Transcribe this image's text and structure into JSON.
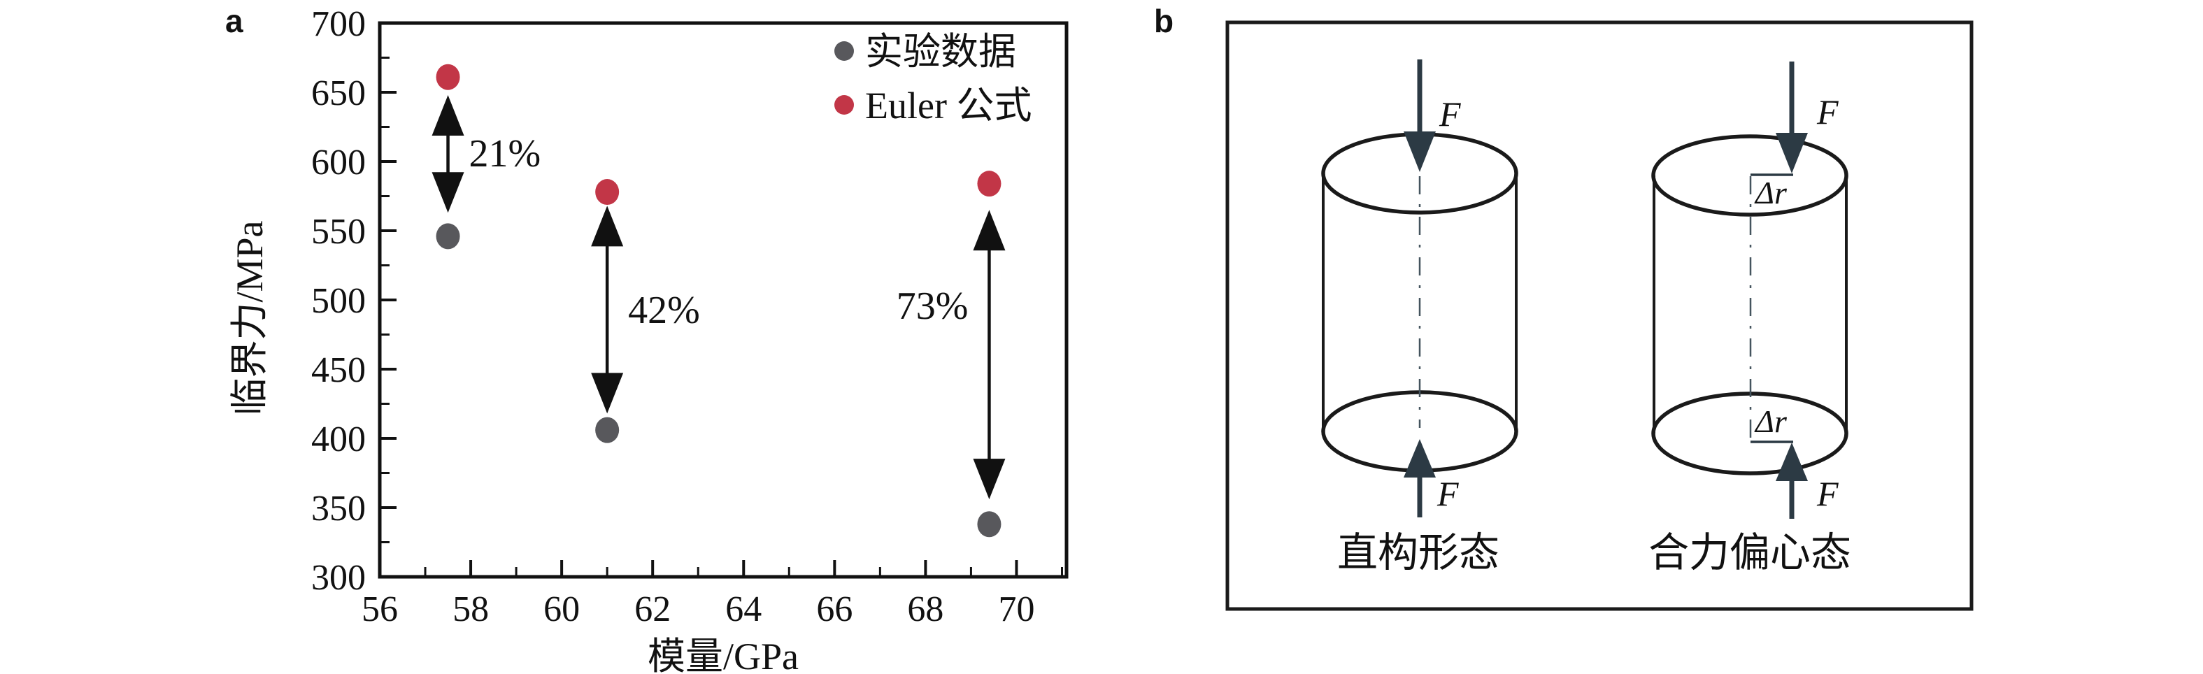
{
  "figure": {
    "panel_a_label": "a",
    "panel_b_label": "b"
  },
  "chart_data": {
    "type": "scatter",
    "title": "",
    "xlabel": "模量/GPa",
    "ylabel": "临界力/MPa",
    "xlim": [
      56,
      71.1
    ],
    "ylim": [
      300,
      700
    ],
    "x_major_ticks": [
      56,
      58,
      60,
      62,
      64,
      66,
      68,
      70
    ],
    "x_minor_ticks": [
      57,
      59,
      61,
      63,
      65,
      67,
      69,
      71
    ],
    "y_major_ticks": [
      300,
      350,
      400,
      450,
      500,
      550,
      600,
      650,
      700
    ],
    "y_minor_ticks": [
      325,
      375,
      425,
      475,
      525,
      575,
      625,
      675
    ],
    "grid": false,
    "legend_position": "top-right-inside",
    "series": [
      {
        "name": "实验数据",
        "color": "#58585C",
        "marker": "circle",
        "points": [
          [
            57.5,
            546
          ],
          [
            61,
            406
          ],
          [
            69.4,
            338
          ]
        ]
      },
      {
        "name": "Euler 公式",
        "color": "#C23647",
        "marker": "circle",
        "points": [
          [
            57.5,
            661
          ],
          [
            61,
            578
          ],
          [
            69.4,
            584
          ]
        ]
      }
    ],
    "annotations": [
      {
        "label": "21%",
        "x": 57.5,
        "arrow_from": 648,
        "arrow_to": 563,
        "label_side": "right",
        "label_y": 606
      },
      {
        "label": "42%",
        "x": 61,
        "arrow_from": 568,
        "arrow_to": 418,
        "label_side": "right",
        "label_y": 493
      },
      {
        "label": "73%",
        "x": 69.4,
        "arrow_from": 565,
        "arrow_to": 356,
        "label_side": "left",
        "label_y": 496
      }
    ]
  },
  "panel_b": {
    "left_cylinder": {
      "caption": "直构形态",
      "force_top": "F",
      "force_bottom": "F"
    },
    "right_cylinder": {
      "caption": "合力偏心态",
      "force_top": "F",
      "force_bottom": "F",
      "offset_top": "Δr",
      "offset_bottom": "Δr"
    }
  },
  "colors": {
    "axis": "#111111",
    "experiment_marker": "#58585C",
    "euler_marker": "#C23647",
    "annotation_arrow": "#111111",
    "diagram_outline": "#1a1a1a",
    "force_arrow": "#2C3A44",
    "centerline": "#44545E"
  }
}
